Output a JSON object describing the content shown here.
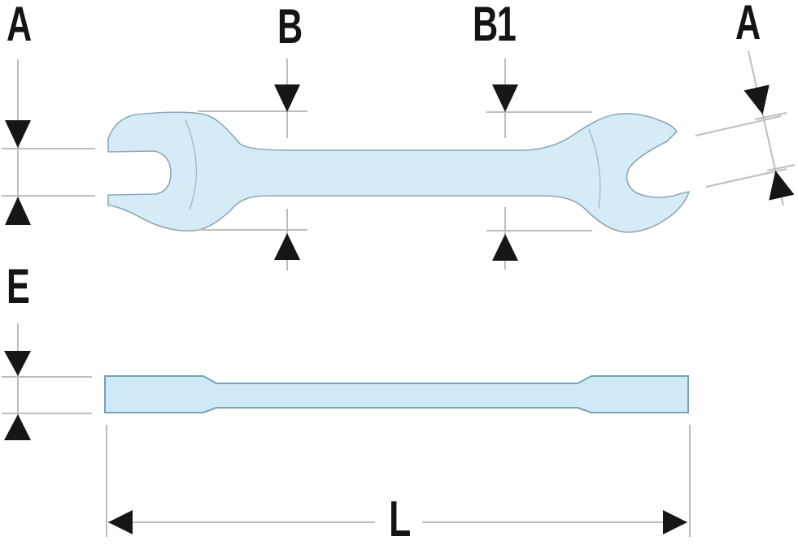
{
  "figure": {
    "type": "technical-dimension-diagram",
    "subject": "open-end wrench, top view and side view",
    "dimension_labels": {
      "a_left": "A",
      "b": "B",
      "b1": "B1",
      "a_right": "A",
      "e": "E",
      "l": "L"
    },
    "colors": {
      "background": "#ffffff",
      "wrench_fill": "#d5ebf8",
      "wrench_outline": "#8fa8b5",
      "side_view_fill": "#cfe9f8",
      "side_view_outline": "#76a3b6",
      "dimension_line": "#bdbdbd",
      "arrow_and_text": "#141414"
    }
  }
}
